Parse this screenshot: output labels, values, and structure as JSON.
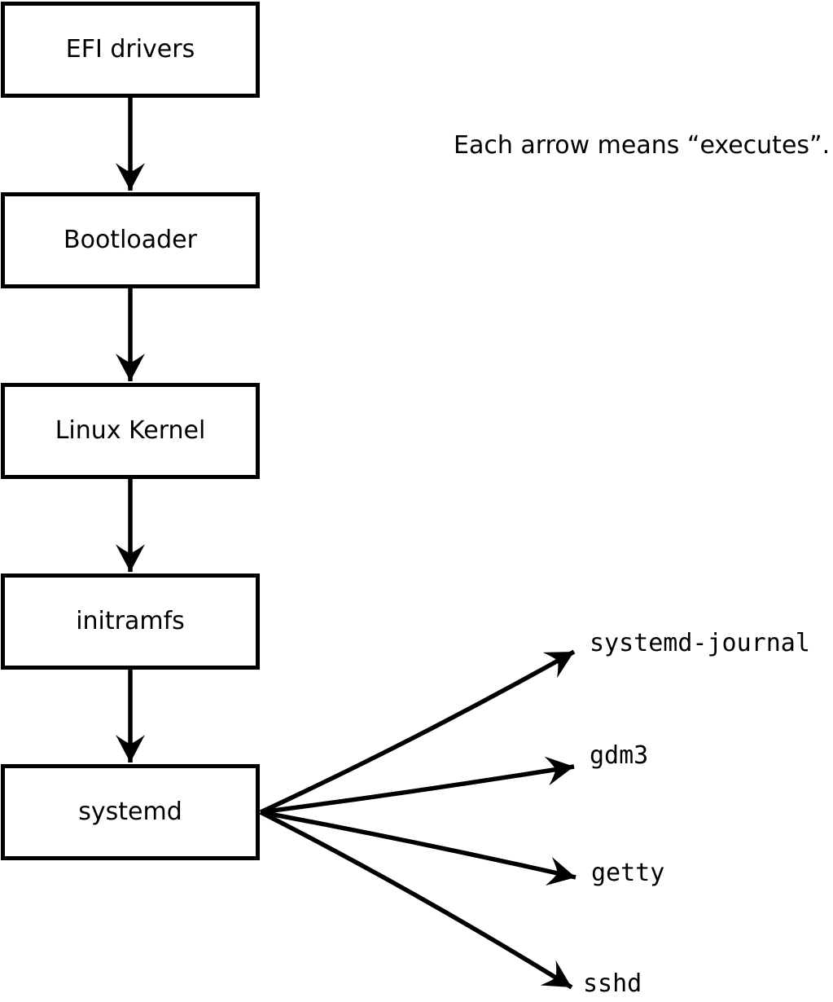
{
  "note": "Each arrow means “executes”.",
  "colors": {
    "background": "#ffffff",
    "stroke": "#000000",
    "node_fill": "#ffffff",
    "text": "#000000"
  },
  "diagram": {
    "type": "flowchart",
    "edge_meaning": "executes",
    "chain_nodes": [
      "EFI drivers",
      "Bootloader",
      "Linux Kernel",
      "initramfs",
      "systemd"
    ],
    "fanout_source": "systemd",
    "fanout_targets": [
      "systemd-journal",
      "gdm3",
      "getty",
      "sshd"
    ]
  }
}
